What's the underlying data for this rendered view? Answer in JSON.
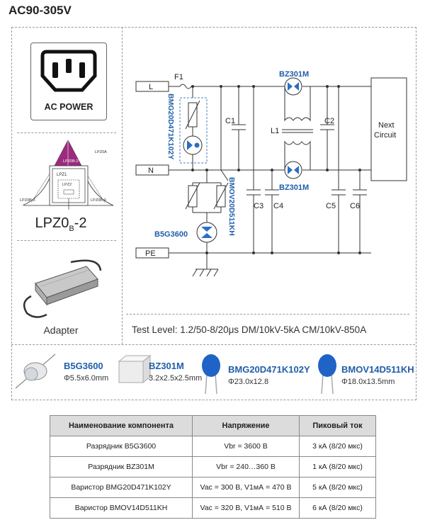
{
  "title": "AC90-305V",
  "panels": {
    "ac_power_label": "AC POWER",
    "lpz": {
      "main_label": "LPZ0",
      "main_sub": "B",
      "main_suffix": "-2",
      "top_label": "LPZ0A",
      "top2_label": "LPZ0B-2",
      "lpz1": "LPZ1",
      "lpz2": "LPZ2",
      "left_label": "LPZ0B-3",
      "right_label": "LPZ0B-3"
    },
    "adapter_label": "Adapter"
  },
  "circuit": {
    "line_L": "L",
    "line_N": "N",
    "line_PE": "PE",
    "fuse": "F1",
    "bz_top": "BZ301M",
    "bz_bottom": "BZ301M",
    "bmg_vertical": "BMG20D471K102Y",
    "bmov_vertical": "BMOV20D511KH",
    "b5g": "B5G3600",
    "c1": "C1",
    "c2": "C2",
    "c3": "C3",
    "c4": "C4",
    "c5": "C5",
    "c6": "C6",
    "l1": "L1",
    "next_circuit_1": "Next",
    "next_circuit_2": "Circuit"
  },
  "test_level": "Test Level: 1.2/50-8/20μs DM/10kV-5kA CM/10kV-850A",
  "components": [
    {
      "name": "B5G3600",
      "size": "Φ5.5x6.0mm"
    },
    {
      "name": "BZ301M",
      "size": "3.2x2.5x2.5mm"
    },
    {
      "name": "BMG20D471K102Y",
      "size": "Φ23.0x12.8"
    },
    {
      "name": "BMOV14D511KH",
      "size": "Φ18.0x13.5mm"
    }
  ],
  "colors": {
    "accent_blue": "#1f5ea8",
    "device_blue": "#2a6fc1",
    "varistor_blue": "#1f63c6"
  },
  "table": {
    "headers": [
      "Наименование компонента",
      "Напряжение",
      "Пиковый ток"
    ],
    "rows": [
      [
        "Разрядник B5G3600",
        "Vbr = 3600 В",
        "3 кА (8/20 мкс)"
      ],
      [
        "Разрядник BZ301M",
        "Vbr = 240…360 В",
        "1 кА (8/20 мкс)"
      ],
      [
        "Варистор BMG20D471K102Y",
        "Vac = 300 В, V1мА = 470 В",
        "5 кА (8/20 мкс)"
      ],
      [
        "Варистор BMOV14D511KH",
        "Vac = 320 В, V1мА = 510 В",
        "6 кА (8/20 мкс)"
      ]
    ]
  }
}
